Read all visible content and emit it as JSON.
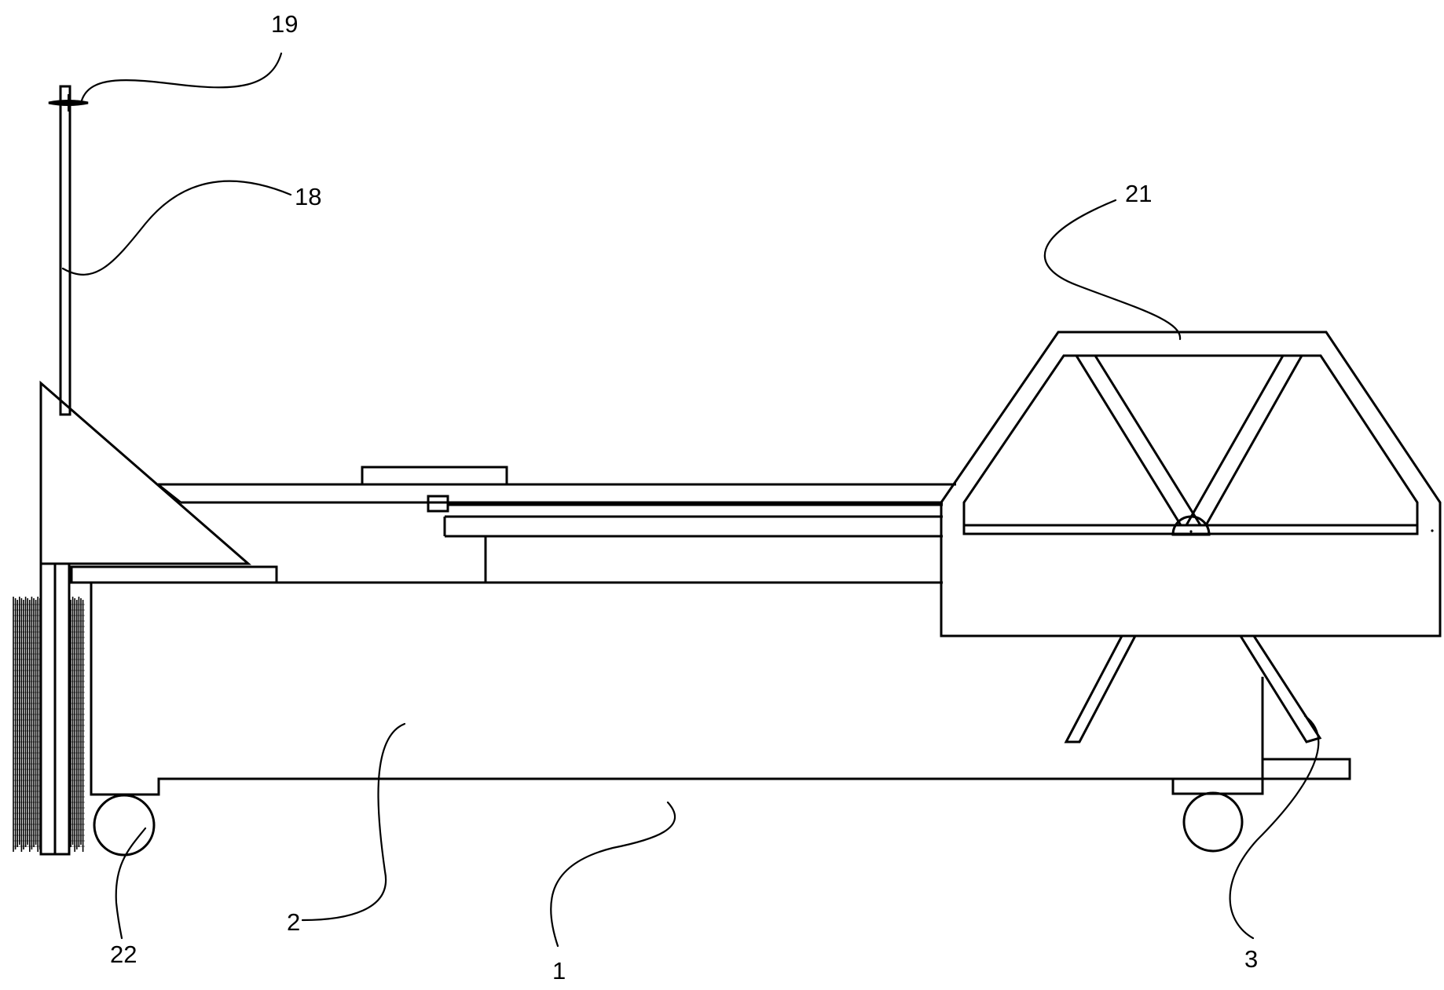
{
  "labels": {
    "l19": "19",
    "l18": "18",
    "l21": "21",
    "l2": "2",
    "l1": "1",
    "l22": "22",
    "l3": "3"
  }
}
